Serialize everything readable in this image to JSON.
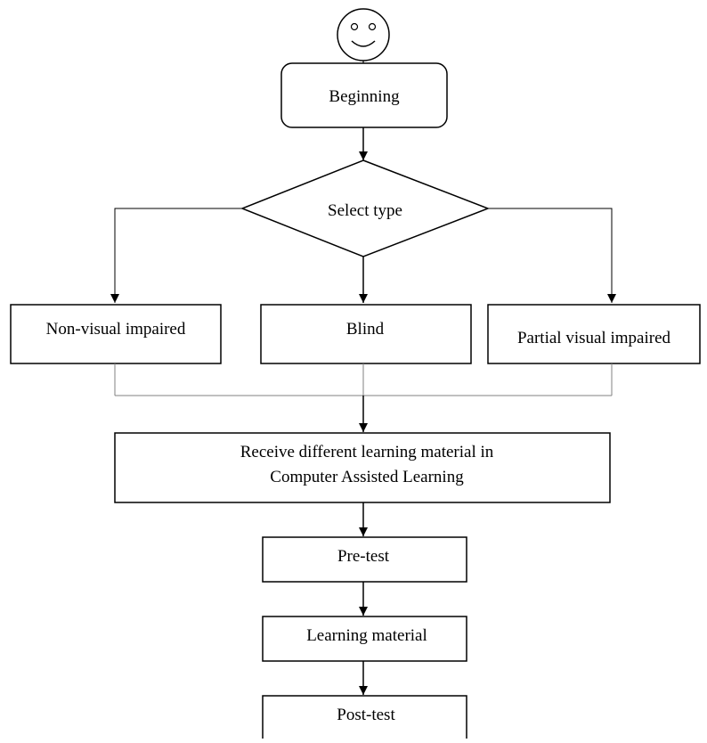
{
  "nodes": {
    "start_icon": "smiley-face-icon",
    "beginning": "Beginning",
    "decision": "Select type",
    "option_non_visual": "Non-visual impaired",
    "option_blind": "Blind",
    "option_partial": "Partial visual impaired",
    "receive_line1": "Receive different learning material in",
    "receive_line2": "Computer Assisted Learning",
    "pretest": "Pre-test",
    "learning": "Learning material",
    "posttest": "Post-test"
  },
  "colors": {
    "stroke": "#000000",
    "connector": "#808080",
    "fill": "#ffffff"
  }
}
